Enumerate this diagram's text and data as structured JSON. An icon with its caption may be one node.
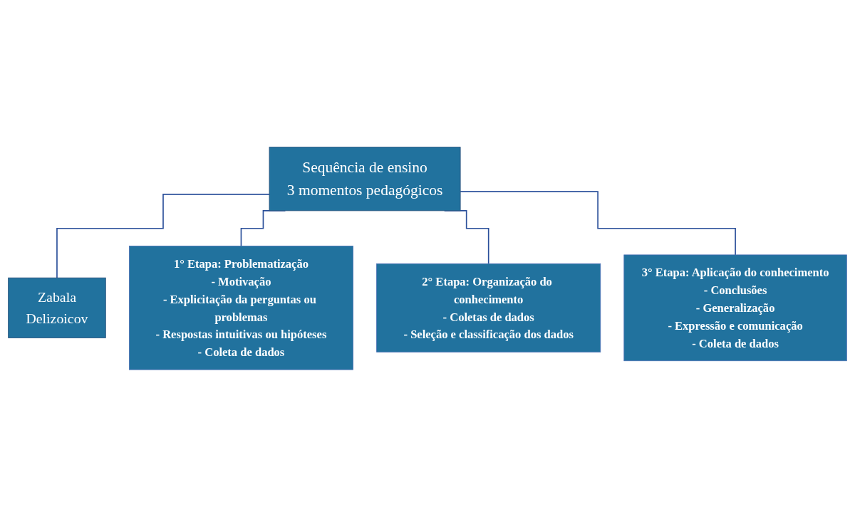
{
  "diagram": {
    "nodes": [
      {
        "text": [
          "Sequência de ensino",
          "3 momentos pedagógicos"
        ]
      },
      {
        "text": [
          "Zabala",
          "Delizoicov"
        ]
      },
      {
        "text": [
          "1° Etapa: Problematização",
          "- Motivação",
          "- Explicitação da perguntas ou problemas",
          "- Respostas intuitivas ou hipóteses",
          "- Coleta de dados"
        ]
      },
      {
        "text": [
          "2° Etapa: Organização do conhecimento",
          "- Coletas de dados",
          "- Seleção e classificação dos dados"
        ]
      },
      {
        "text": [
          "3° Etapa: Aplicação do conhecimento",
          "- Conclusões",
          "- Generalização",
          "- Expressão e comunicação",
          "- Coleta de dados"
        ]
      }
    ],
    "edges": [
      {
        "from": 0,
        "to": 1,
        "arrow": "none"
      },
      {
        "from": 0,
        "to": 2,
        "arrow": "none"
      },
      {
        "from": 0,
        "to": 3,
        "arrow": "none"
      },
      {
        "from": 0,
        "to": 4,
        "arrow": "none"
      }
    ]
  }
}
